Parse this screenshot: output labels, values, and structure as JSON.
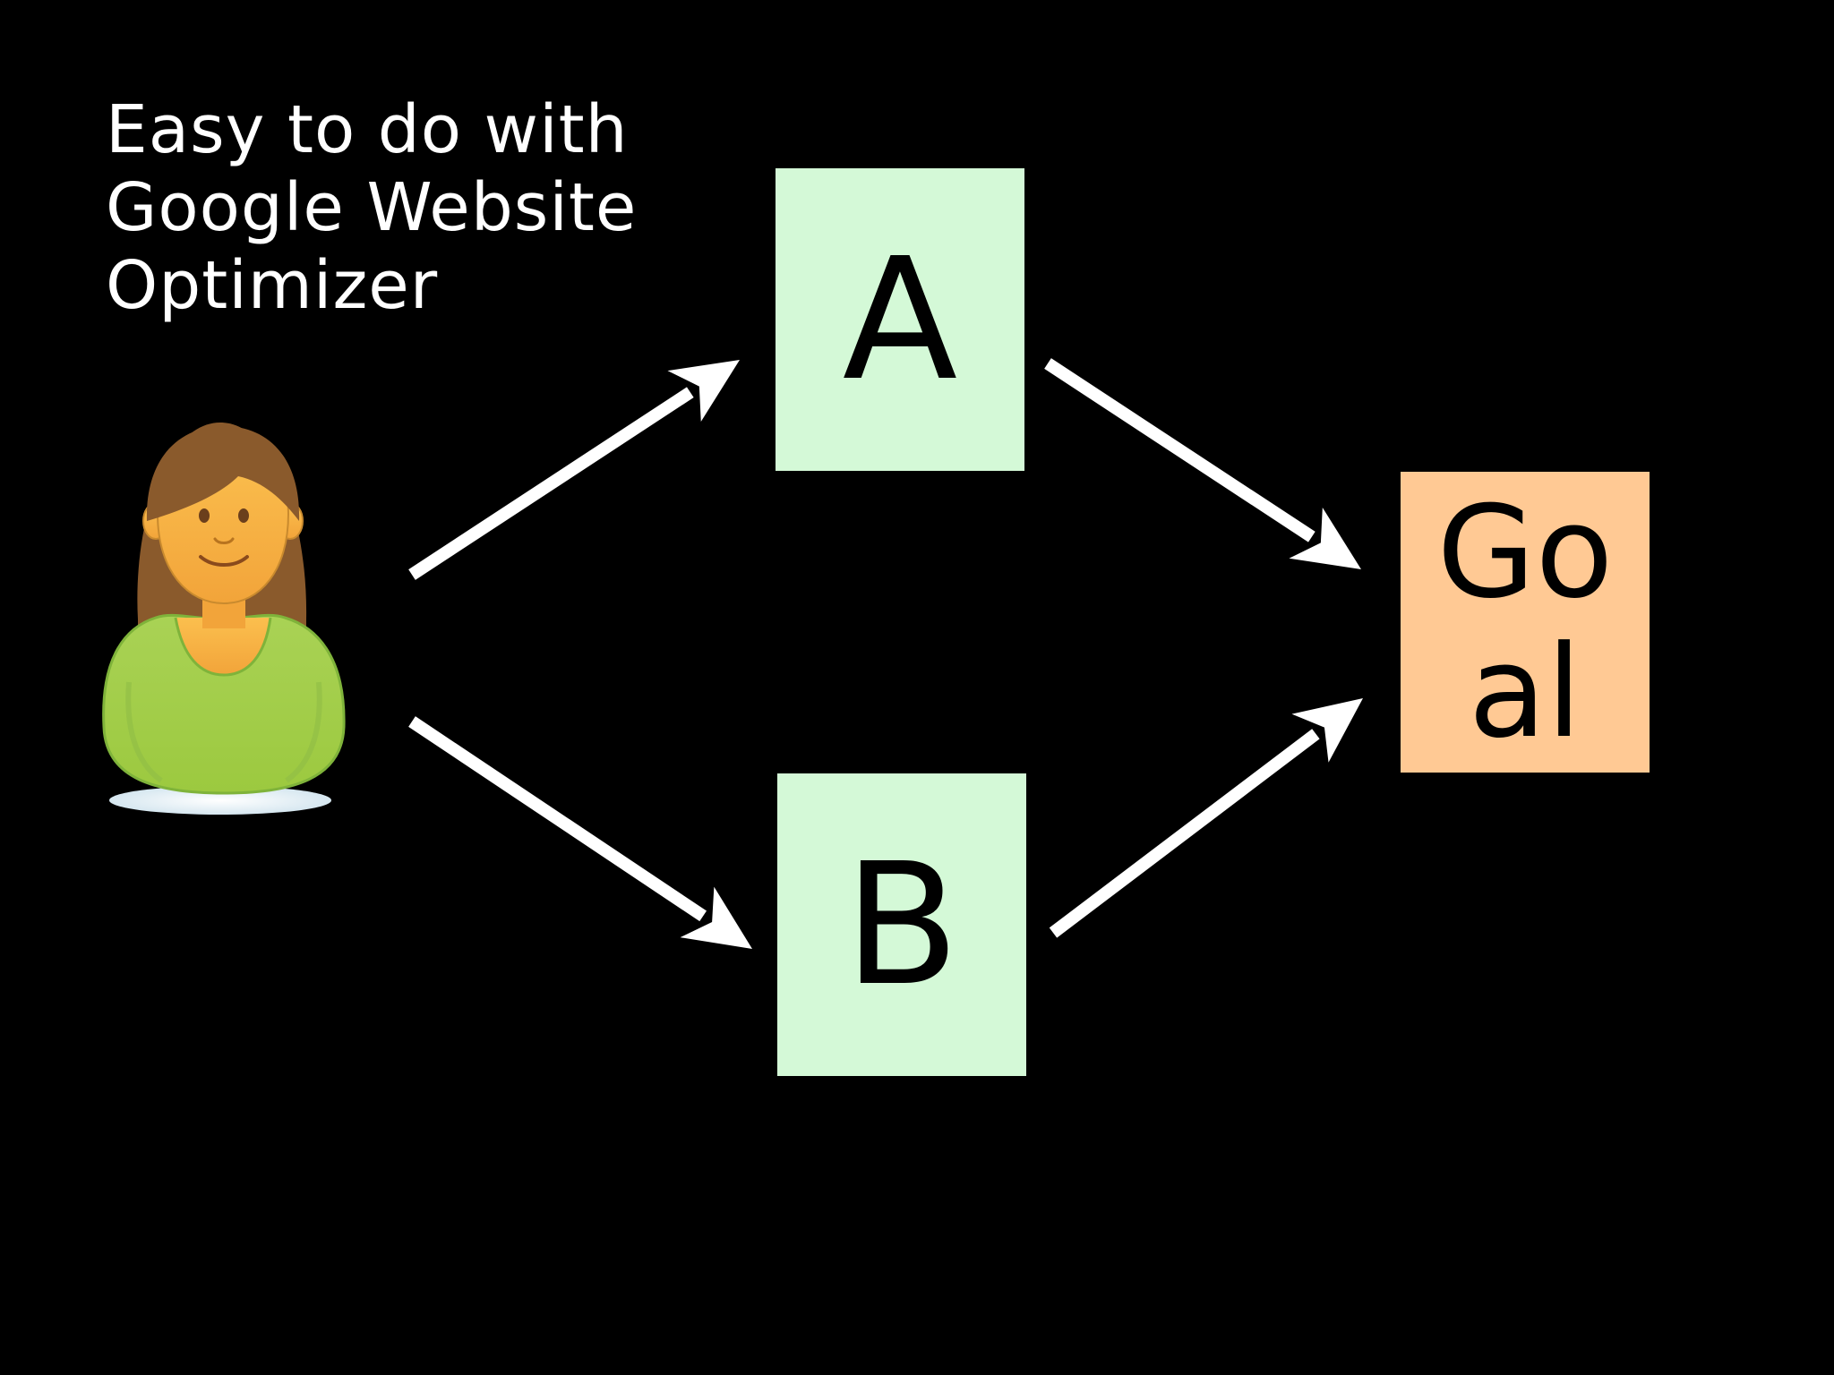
{
  "caption": {
    "line1": "Easy to do with",
    "line2": "Google Website",
    "line3": "Optimizer"
  },
  "variant_a": {
    "label": "A",
    "color": "#d4f9d7"
  },
  "variant_b": {
    "label": "B",
    "color": "#d4f9d7"
  },
  "goal": {
    "line1": "Go",
    "line2": "al",
    "color": "#ffc994"
  },
  "background": "#000000",
  "arrow_color": "#ffffff",
  "icons": {
    "person": "user-woman-icon",
    "arrow": "arrow-icon"
  }
}
